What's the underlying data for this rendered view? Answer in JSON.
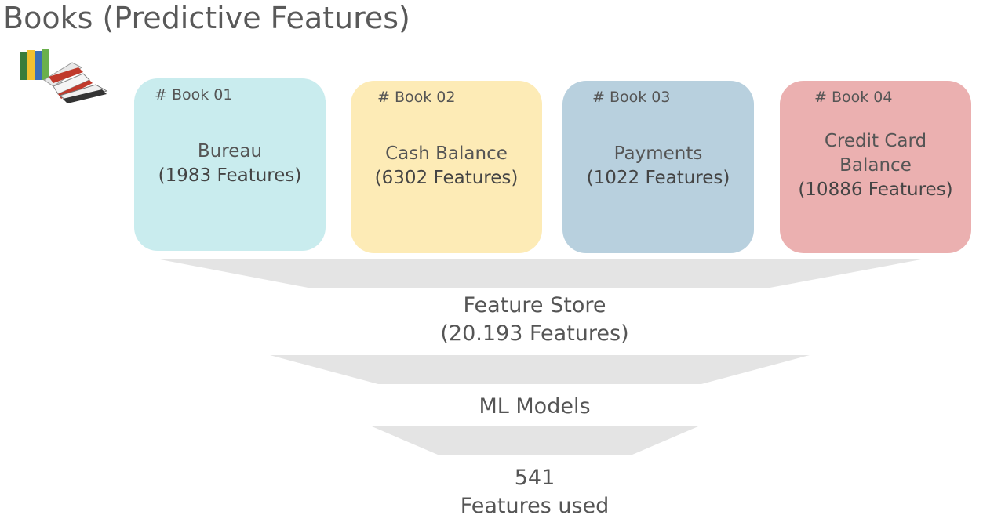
{
  "title": "Books (Predictive Features)",
  "books_icon": "books-stack-icon",
  "books": [
    {
      "tag": "# Book 01",
      "name": "Bureau",
      "count": "(1983 Features)",
      "color": "#c9ecee"
    },
    {
      "tag": "# Book 02",
      "name": "Cash Balance",
      "count": "(6302 Features)",
      "color": "#fdebb6"
    },
    {
      "tag": "# Book 03",
      "name": "Payments",
      "count": "(1022 Features)",
      "color": "#b8d0de"
    },
    {
      "tag": "# Book 04",
      "name": "Credit Card Balance",
      "count": "(10886 Features)",
      "color": "#ebb0b0"
    }
  ],
  "stages": [
    {
      "line1": "Feature Store",
      "line2": "(20.193 Features)"
    },
    {
      "line1": "ML Models",
      "line2": ""
    },
    {
      "line1": "541",
      "line2": "Features used"
    }
  ],
  "funnel_color": "#e4e4e4"
}
